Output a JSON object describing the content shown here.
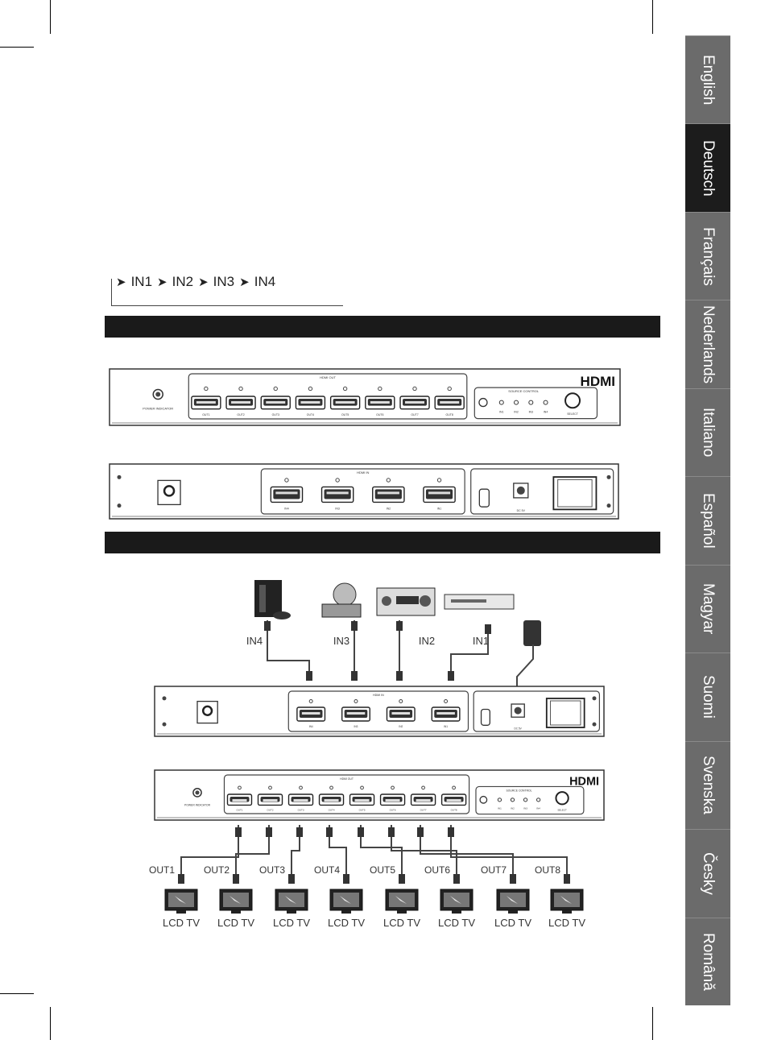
{
  "languages": [
    "English",
    "Deutsch",
    "Français",
    "Nederlands",
    "Italiano",
    "Español",
    "Magyar",
    "Suomi",
    "Svenska",
    "Česky",
    "Română"
  ],
  "active_language": "Deutsch",
  "sequence": [
    "IN1",
    "IN2",
    "IN3",
    "IN4"
  ],
  "front_panel": {
    "brand": "HDMI",
    "power_label": "POWER INDICATOR",
    "hdmi_out_label": "HDMI OUT",
    "source_control_label": "SOURCE CONTROL",
    "select_label": "SELECT",
    "led_labels": [
      "IN1",
      "IN2",
      "IN3",
      "IN4"
    ],
    "out_ports": [
      "OUT1",
      "OUT2",
      "OUT3",
      "OUT4",
      "OUT5",
      "OUT6",
      "OUT7",
      "OUT8"
    ]
  },
  "rear_panel": {
    "hdmi_in_label": "HDMI IN",
    "in_ports": [
      "IN4",
      "IN3",
      "IN2",
      "IN1"
    ],
    "dc_label": "DC 5V"
  },
  "diagram": {
    "inputs": [
      "IN4",
      "IN3",
      "IN2",
      "IN1"
    ],
    "outputs": [
      "OUT1",
      "OUT2",
      "OUT3",
      "OUT4",
      "OUT5",
      "OUT6",
      "OUT7",
      "OUT8"
    ],
    "tv_label": "LCD TV"
  }
}
